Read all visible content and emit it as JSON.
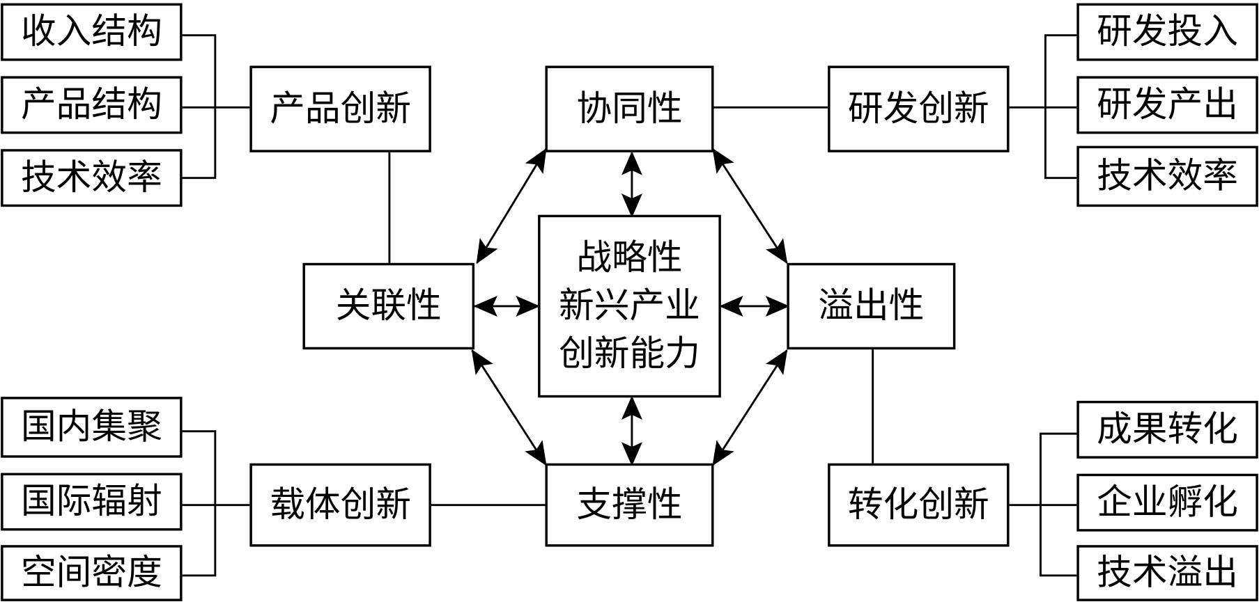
{
  "center": {
    "line1": "战略性",
    "line2": "新兴产业",
    "line3": "创新能力"
  },
  "hubs": {
    "synergy": "协同性",
    "linkage": "关联性",
    "spillover": "溢出性",
    "support": "支撑性"
  },
  "groups": {
    "product": {
      "label": "产品创新",
      "items": [
        "收入结构",
        "产品结构",
        "技术效率"
      ]
    },
    "rnd": {
      "label": "研发创新",
      "items": [
        "研发投入",
        "研发产出",
        "技术效率"
      ]
    },
    "carrier": {
      "label": "载体创新",
      "items": [
        "国内集聚",
        "国际辐射",
        "空间密度"
      ]
    },
    "transform": {
      "label": "转化创新",
      "items": [
        "成果转化",
        "企业孵化",
        "技术溢出"
      ]
    }
  }
}
